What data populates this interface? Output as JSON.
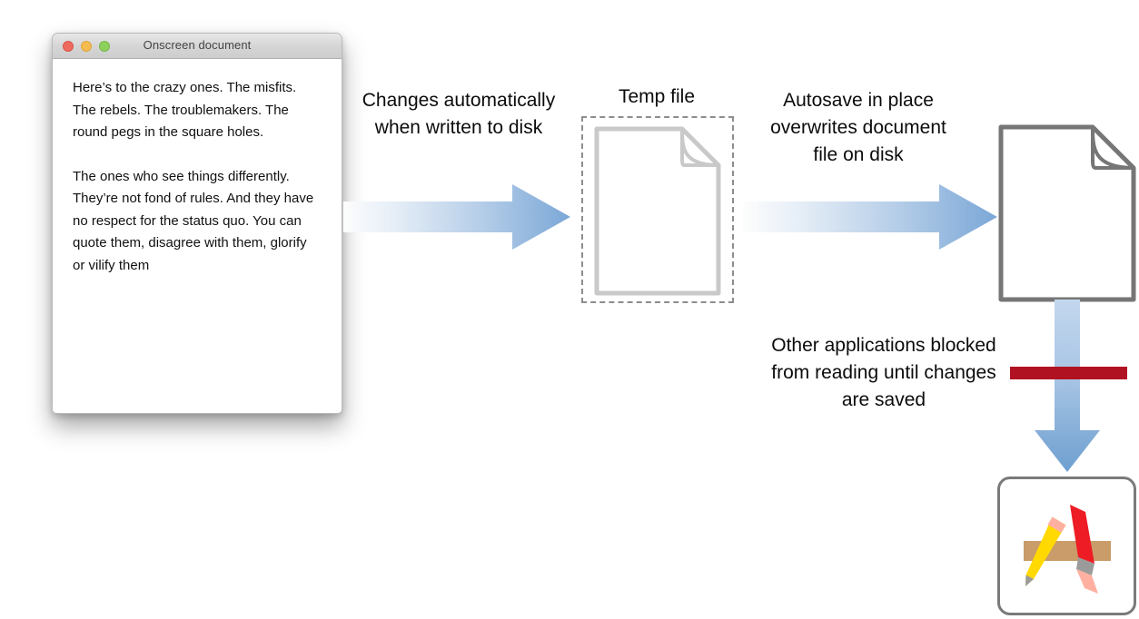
{
  "diagram": {
    "title": "Autosave in place overwrites document file on disk",
    "background": "#ffffff"
  },
  "window": {
    "title": "Onscreen document",
    "traffic_lights": [
      {
        "name": "close",
        "color": "#ef6a5e"
      },
      {
        "name": "minimize",
        "color": "#f5bd4f"
      },
      {
        "name": "zoom",
        "color": "#8ed05c"
      }
    ],
    "paragraphs": [
      "Here’s to the crazy ones. The misfits. The rebels. The troublemakers. The round pegs in the square holes.",
      "The ones who see things differently. They’re not fond of rules. And they have no respect for the status quo. You can quote them, disagree with them, glorify or vilify them"
    ]
  },
  "labels": {
    "changes": "Changes automatically when written to disk",
    "temp_file": "Temp file",
    "autosave": "Autosave in place overwrites document file on disk",
    "blocked": "Other applications blocked from reading until changes are saved"
  },
  "nodes": {
    "temp_file": {
      "kind": "document-icon",
      "style": "dashed-placeholder",
      "outline_color": "#c9c9c9",
      "dash_color": "#8d8d8d"
    },
    "saved_file": {
      "kind": "document-icon",
      "outline_color": "#767676"
    },
    "app_icon": {
      "kind": "textedit-icon",
      "border_color": "#7a7a7a",
      "pencil_color": "#ffd900",
      "pen_color": "#ee1c25",
      "ruler_color": "#c99c6a"
    }
  },
  "arrows": {
    "gradient_start": "#fdfdfd",
    "gradient_end": "#7ba7d7",
    "vertical_gradient_start": "#bcd3ec",
    "vertical_gradient_end": "#6e9fd0"
  },
  "blocker": {
    "label": "blocked-bar",
    "color": "#b11222"
  }
}
